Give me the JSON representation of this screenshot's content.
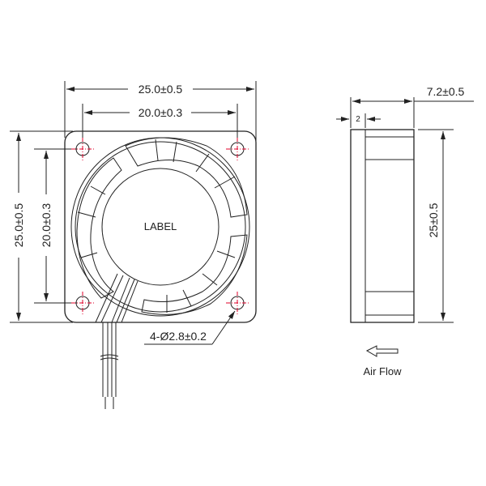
{
  "front_view": {
    "overall_width": "25.0±0.5",
    "hole_spacing_width": "20.0±0.3",
    "overall_height": "25.0±0.5",
    "hole_spacing_height": "20.0±0.3",
    "center_label": "LABEL",
    "hole_callout": "4-Ø2.8±0.2"
  },
  "side_view": {
    "thickness": "7.2±0.5",
    "flange": "2",
    "height": "25±0.5"
  },
  "airflow": {
    "label": "Air Flow",
    "direction": "left"
  },
  "colors": {
    "line": "#222222",
    "centerline": "#e0002a"
  }
}
